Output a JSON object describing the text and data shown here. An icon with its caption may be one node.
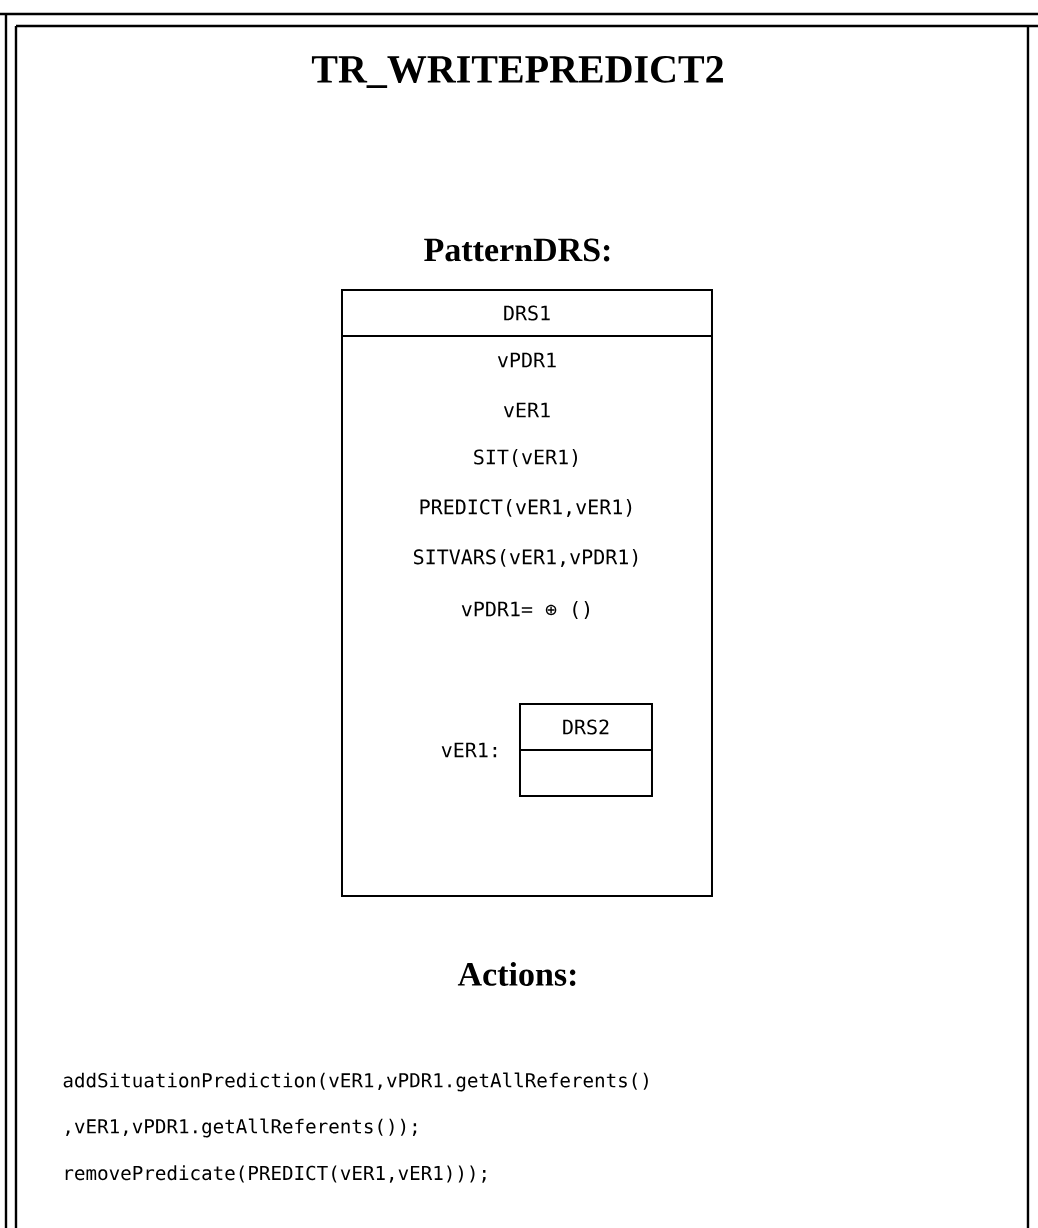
{
  "diagram": {
    "title": "TR_WRITEPREDICT2",
    "nodes": [
      {
        "text": [
          "DRS1",
          "vPDR1",
          "vER1",
          "SIT(vER1)",
          "PREDICT(vER1,vER1)",
          "SITVARS(vER1,vPDR1)",
          "vPDR1= ⊕ ()"
        ]
      },
      {
        "text": [
          "DRS2"
        ],
        "in": 0,
        "beside": [
          "vER1:"
        ]
      }
    ],
    "labels": [
      "PatternDRS:",
      "Actions:",
      "addSituationPrediction(vER1,vPDR1.getAllReferents()",
      ",vER1,vPDR1.getAllReferents());",
      "removePredicate(PREDICT(vER1,vER1)));"
    ]
  }
}
